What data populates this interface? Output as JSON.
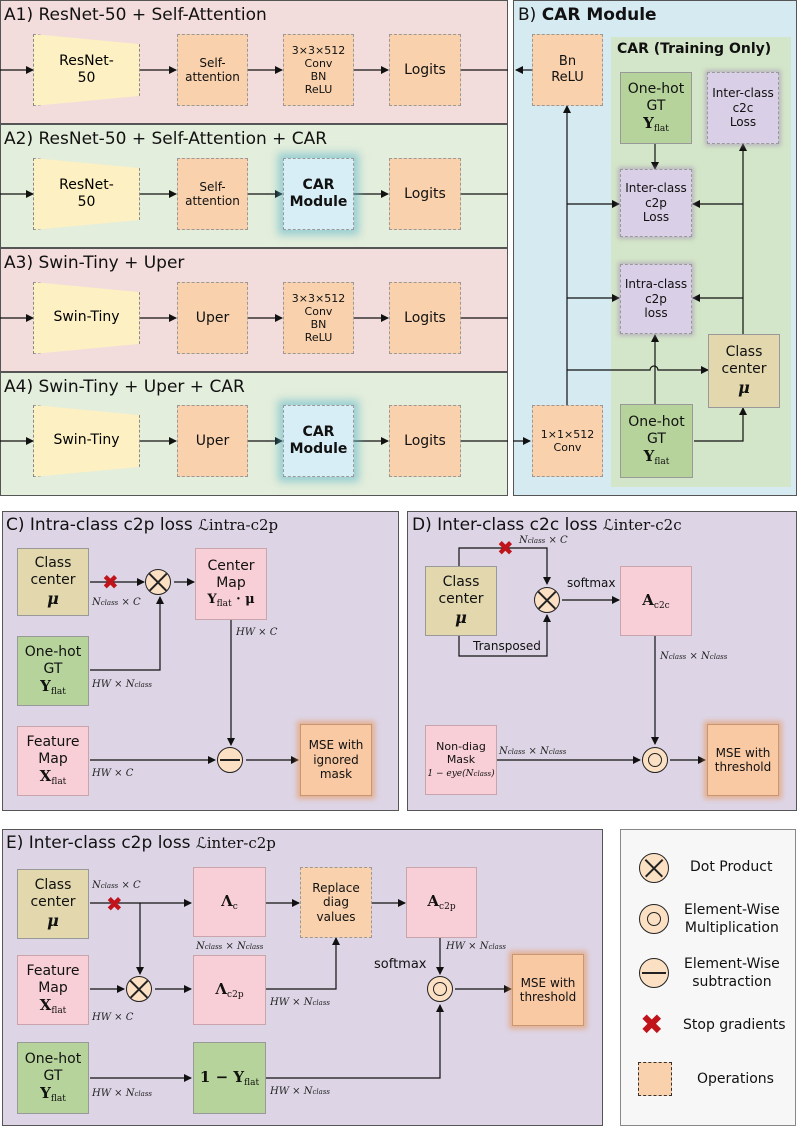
{
  "panels": {
    "a1": "A1) ResNet-50 + Self-Attention",
    "a2": "A2) ResNet-50 + Self-Attention + CAR",
    "a3": "A3) Swin-Tiny + Uper",
    "a4": "A4) Swin-Tiny + Uper + CAR",
    "b_prefix": "B)",
    "b_title": "CAR Module",
    "car_training": "CAR (Training Only)",
    "c_title": "C)  Intra-class c2p loss",
    "c_math": "ℒintra-c2p",
    "d_title": "D)  Inter-class c2c loss",
    "d_math": "ℒinter-c2c",
    "e_title": "E)  Inter-class c2p loss",
    "e_math": "ℒinter-c2p"
  },
  "boxes": {
    "resnet_1": "ResNet-",
    "resnet_2": "50",
    "self_1": "Self-",
    "self_2": "attention",
    "conv_1": "3×3×512",
    "conv_2": "Conv",
    "conv_3": "BN",
    "conv_4": "ReLU",
    "logits": "Logits",
    "car_1": "CAR",
    "car_2": "Module",
    "swin": "Swin-Tiny",
    "uper": "Uper",
    "bn_1": "Bn",
    "bn_2": "ReLU",
    "onehot_1": "One-hot",
    "onehot_2": "GT",
    "yflat": "Y",
    "flat_sub": "flat",
    "interc2c_1": "Inter-class",
    "interc2c_2": "c2c",
    "interc2c_3": "Loss",
    "interc2p_1": "Inter-class",
    "interc2p_2": "c2p",
    "interc2p_3": "Loss",
    "intrac2p_1": "Intra-class",
    "intrac2p_2": "c2p",
    "intrac2p_3": "loss",
    "classcenter_1": "Class",
    "classcenter_2": "center",
    "mu": "μ",
    "conv1_1": "1×1×512",
    "conv1_2": "Conv",
    "feature_1": "Feature",
    "feature_2": "Map",
    "xflat": "X",
    "centermap_1": "Center",
    "centermap_2": "Map",
    "centermap_3": "Y",
    "mse_ignored_1": "MSE with",
    "mse_ignored_2": "ignored",
    "mse_ignored_3": "mask",
    "mse_thr_1": "MSE with",
    "mse_thr_2": "threshold",
    "nondiag_1": "Non-diag",
    "nondiag_2": "Mask",
    "nondiag_3": "1 − eye(N",
    "nondiag_sub": "class",
    "a_c2c": "A",
    "a_c2c_sub": "c2c",
    "lambda_c": "Λ",
    "lambda_c_sub": "c",
    "lambda_c2p": "Λ",
    "lambda_c2p_sub": "c2p",
    "replace_1": "Replace",
    "replace_2": "diag",
    "replace_3": "values",
    "a_c2p": "A",
    "a_c2p_sub": "c2p",
    "one_minus_y": "1 − Y"
  },
  "annotations": {
    "ncls_c": "N",
    "class_sub": "class",
    "times_c": " × C",
    "hw": "HW",
    "times_n": " × N",
    "hw_c": "HW × C",
    "ncls_ncls": "N",
    "softmax": "softmax",
    "transposed": "Transposed",
    "center_dot_mu": " · μ"
  },
  "legend": {
    "dot_product": "Dot Product",
    "elementwise_mult_1": "Element-Wise",
    "elementwise_mult_2": "Multiplication",
    "elementwise_sub_1": "Element-Wise",
    "elementwise_sub_2": "subtraction",
    "stop_gradients": "Stop gradients",
    "operations": "Operations"
  },
  "colors": {
    "pink_panel": "#f3dcdc",
    "green_panel": "#e4eedc",
    "blue_panel": "#d6eaf2",
    "purple_panel": "#ddd5e6",
    "operation": "#f9d2ad",
    "stop_gradient": "#c0141a"
  }
}
